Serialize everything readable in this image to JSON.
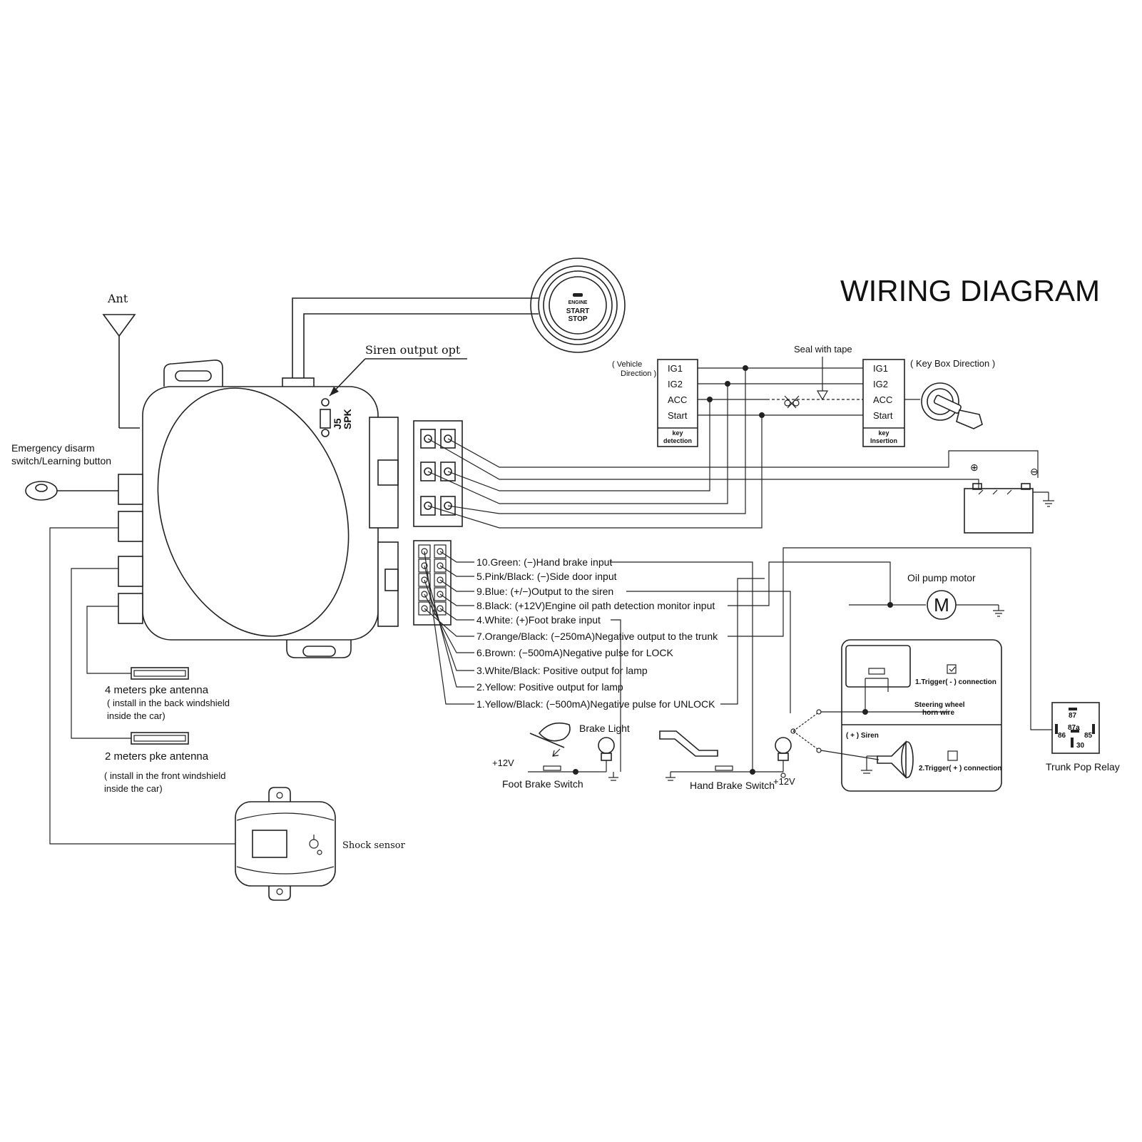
{
  "title": "WIRING DIAGRAM",
  "ant_label": "Ant",
  "siren_output_label": "Siren output opt",
  "j5": "J5",
  "spk": "SPK",
  "emergency": {
    "line1": "Emergency disarm",
    "line2": "switch/Learning button"
  },
  "start_button": {
    "line1": "ENGINE",
    "line2": "START",
    "line3": "STOP"
  },
  "ignition": {
    "seal_label": "Seal with tape",
    "vehicle_dir_1": "( Vehicle",
    "vehicle_dir_2": "Direction )",
    "key_box_dir": "( Key Box Direction )",
    "terminals": [
      "IG1",
      "IG2",
      "ACC",
      "Start"
    ],
    "left_foot_1": "key",
    "left_foot_2": "detection",
    "right_foot_1": "key",
    "right_foot_2": "Insertion"
  },
  "battery": {
    "plus": "⊕",
    "minus": "⊖"
  },
  "wires": [
    "10.Green: (−)Hand brake input",
    "5.Pink/Black: (−)Side door input",
    "9.Blue: (+/−)Output to the siren",
    "8.Black: (+12V)Engine oil path detection monitor input",
    "4.White: (+)Foot brake input",
    "7.Orange/Black: (−250mA)Negative output to the trunk",
    "6.Brown: (−500mA)Negative pulse for LOCK",
    "3.White/Black: Positive output for lamp",
    "2.Yellow: Positive output for lamp",
    "1.Yellow/Black: (−500mA)Negative pulse for UNLOCK"
  ],
  "oil_pump": {
    "label": "Oil pump motor",
    "symbol": "M"
  },
  "trigger": {
    "t1": "1.Trigger( - ) connection",
    "horn1": "Steering wheel",
    "horn2": "horn wire",
    "siren": "( + ) Siren",
    "t2": "2.Trigger( + ) connection"
  },
  "relay": {
    "p87": "87",
    "p86": "86",
    "p87a": "87a",
    "p85": "85",
    "p30": "30",
    "label": "Trunk Pop Relay"
  },
  "brake_light": "Brake Light",
  "foot_brake": {
    "v12": "+12V",
    "label": "Foot Brake Switch"
  },
  "hand_brake": {
    "label": "Hand Brake Switch",
    "v12": "+12V"
  },
  "antenna4": {
    "title": "4 meters pke antenna",
    "line1": "( install in the back windshield",
    "line2": "inside the car)"
  },
  "antenna2": {
    "title": "2 meters pke antenna",
    "line1": "( install in the front windshield",
    "line2": "inside the car)"
  },
  "shock_sensor": "Shock sensor"
}
